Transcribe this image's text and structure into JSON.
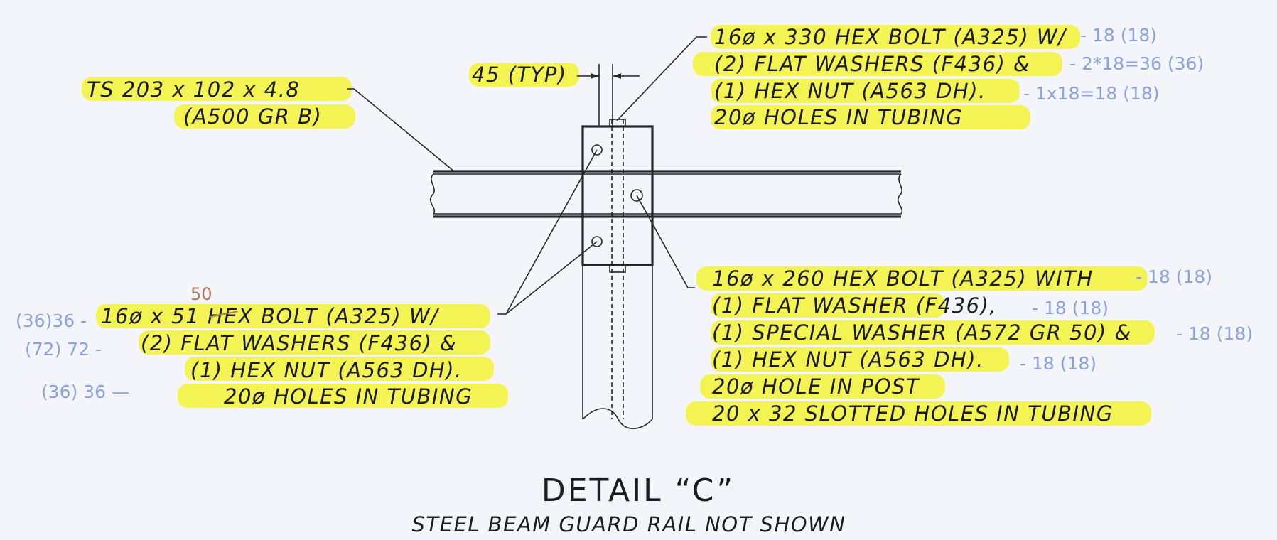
{
  "tubing_note": {
    "line1": "TS 203 x 102 x 4.8",
    "line2": "(A500 GR B)"
  },
  "typ_dim": "45 (TYP)",
  "top_bolt_note": {
    "line1": "16ø x 330 HEX BOLT (A325) W/",
    "line2": "(2) FLAT WASHERS (F436) &",
    "line3": "(1) HEX NUT (A563 DH).",
    "line4": "20ø HOLES IN TUBING"
  },
  "top_bolt_hand": {
    "line1": "- 18 (18)",
    "line2": "- 2*18=36 (36)",
    "line3": "- 1x18=18 (18)"
  },
  "left_bolt_note": {
    "line1": "16ø x 51 HEX BOLT (A325) W/",
    "line2": "(2) FLAT WASHERS (F436) &",
    "line3": "(1) HEX NUT (A563 DH).",
    "line4": "20ø HOLES IN TUBING"
  },
  "left_bolt_hand": {
    "correction": "50",
    "line1": "(36)36 -",
    "line2": "(72) 72 -",
    "line3": "(36)  36 —"
  },
  "right_bolt_note": {
    "line1": "16ø x 260 HEX BOLT (A325) WITH",
    "line2": "(1) FLAT WASHER (F436),",
    "line3": "(1) SPECIAL WASHER (A572 GR 50) &",
    "line4": "(1) HEX NUT (A563 DH).",
    "line5": "20ø HOLE IN POST",
    "line6": "20 x 32 SLOTTED HOLES IN TUBING"
  },
  "right_bolt_hand": {
    "line1": "- 18  (18)",
    "line2": "- 18 (18)",
    "line3": "- 18 (18)",
    "line4": "- 18 (18)"
  },
  "title": "DETAIL “C”",
  "subtitle": "STEEL BEAM GUARD RAIL NOT SHOWN",
  "colors": {
    "highlight": "#f2f335",
    "ink": "#1b1b22",
    "pencil_blue": "#8aa3d8",
    "pencil_red": "#b07a55",
    "paper": "#f4f5fb"
  }
}
